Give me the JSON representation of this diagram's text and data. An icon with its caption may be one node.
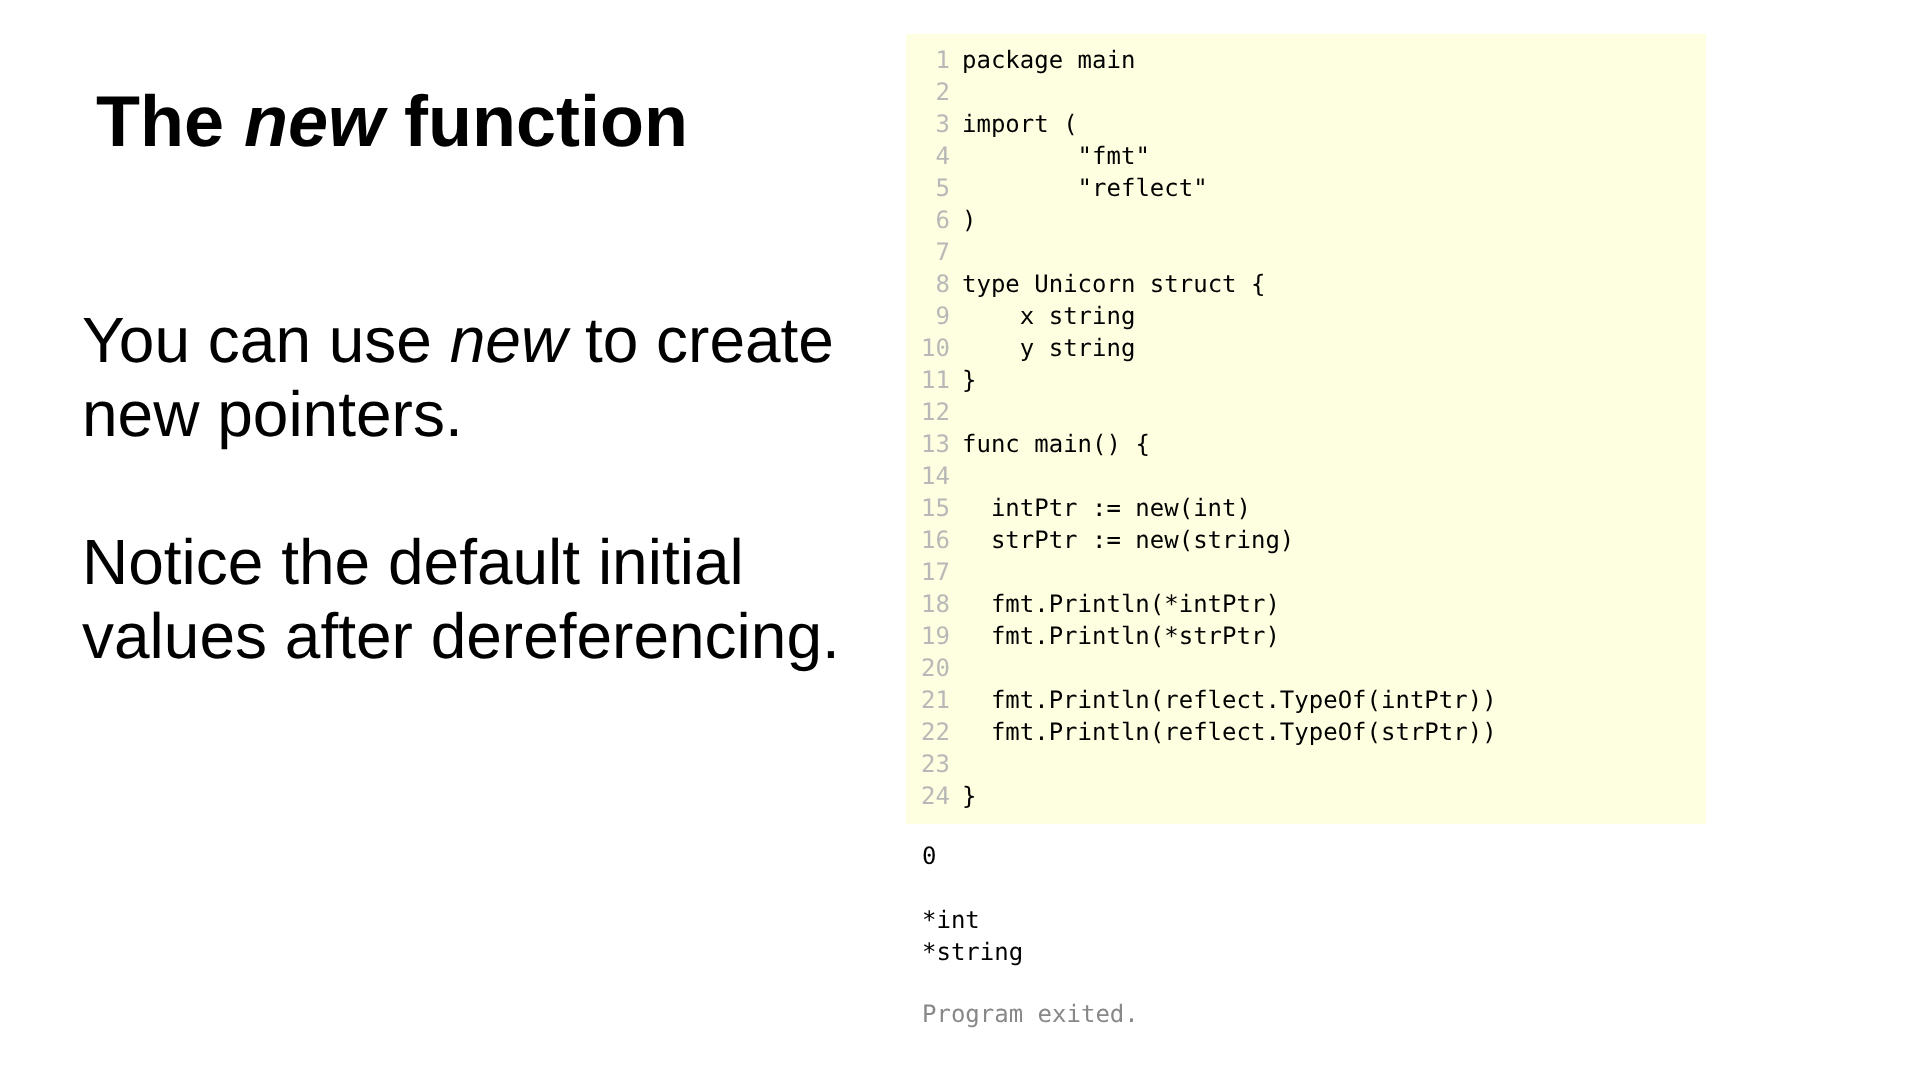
{
  "diagram": {
    "title": "The *new* function",
    "labels": [
      "You can use *new* to create new pointers.",
      "Notice the default initial values after dereferencing.",
      "1",
      "package main",
      "2",
      "3",
      "import (",
      "4",
      "\"fmt\"",
      "5",
      "\"reflect\"",
      "6",
      ")",
      "7",
      "8",
      "type Unicorn struct {",
      "9",
      "x string",
      "10",
      "y string",
      "11",
      "}",
      "12",
      "13",
      "func main() {",
      "14",
      "15",
      "intPtr := new(int)",
      "16",
      "strPtr := new(string)",
      "17",
      "18",
      "fmt.Println(*intPtr)",
      "19",
      "fmt.Println(*strPtr)",
      "20",
      "21",
      "fmt.Println(reflect.TypeOf(intPtr))",
      "22",
      "fmt.Println(reflect.TypeOf(strPtr))",
      "23",
      "24",
      "}",
      "0",
      "*int",
      "*string",
      "Program exited."
    ]
  }
}
